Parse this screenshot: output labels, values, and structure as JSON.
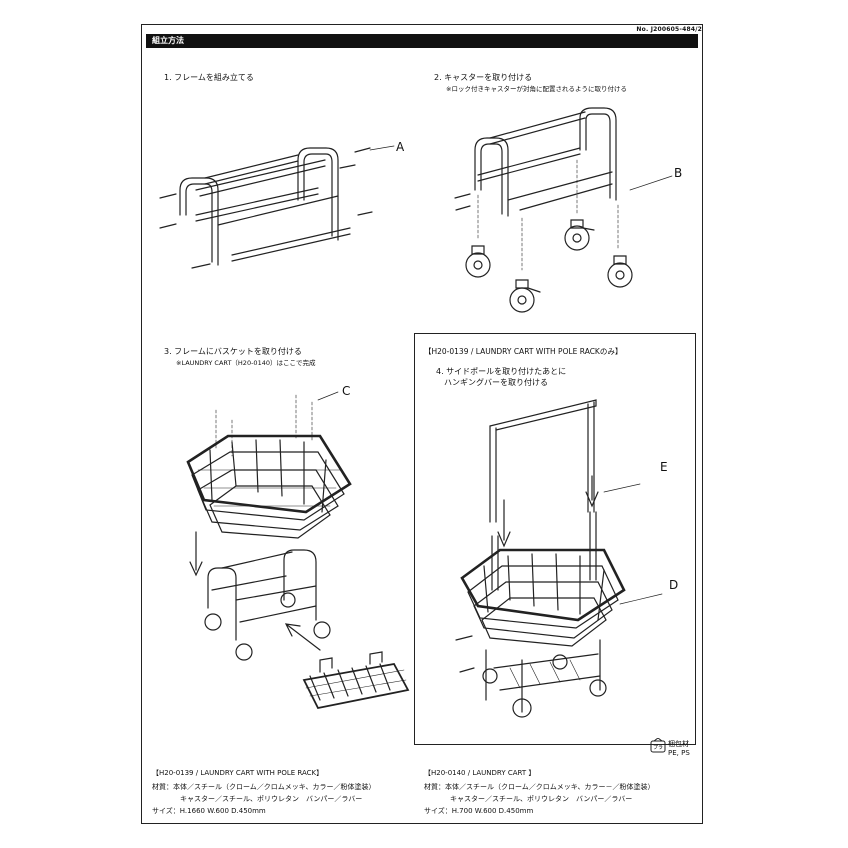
{
  "doc_number": "No. J200605-484/2",
  "section_title": "組立方法",
  "steps": {
    "s1": "1. フレームを組み立てる",
    "s2": "2. キャスターを取り付ける",
    "s2_note": "※ロック付きキャスターが対角に配置されるように取り付ける",
    "s3": "3. フレームにバスケットを取り付ける",
    "s3_note": "※LAUNDRY CART（H20-0140）はここで完成",
    "pole_header": "【H20-0139 / LAUNDRY CART WITH POLE RACKのみ】",
    "s4_line1": "4. サイドポールを取り付けたあとに",
    "s4_line2": "ハンギングバーを取り付ける"
  },
  "labels": {
    "A": "A",
    "B": "B",
    "C": "C",
    "D": "D",
    "E": "E"
  },
  "recycle": {
    "line1": "梱包材",
    "line2": "PE, PS",
    "icon_text": "プラ"
  },
  "specs": {
    "left": {
      "title": "【H20-0139 / LAUNDRY CART WITH POLE RACK】",
      "material1": "材質：本体／スチール（クローム／クロムメッキ、カラー／粉体塗装）",
      "material2": "キャスター／スチール、ポリウレタン　バンパー／ラバー",
      "size": "サイズ：H.1660 W.600 D.450mm"
    },
    "right": {
      "title": "【H20-0140 / LAUNDRY CART 】",
      "material1": "材質：本体／スチール（クローム／クロムメッキ、カラー－／粉体塗装）",
      "material2": "キャスター／スチール、ポリウレタン　バンパー／ラバー",
      "size": "サイズ：H.700 W.600 D.450mm"
    }
  }
}
